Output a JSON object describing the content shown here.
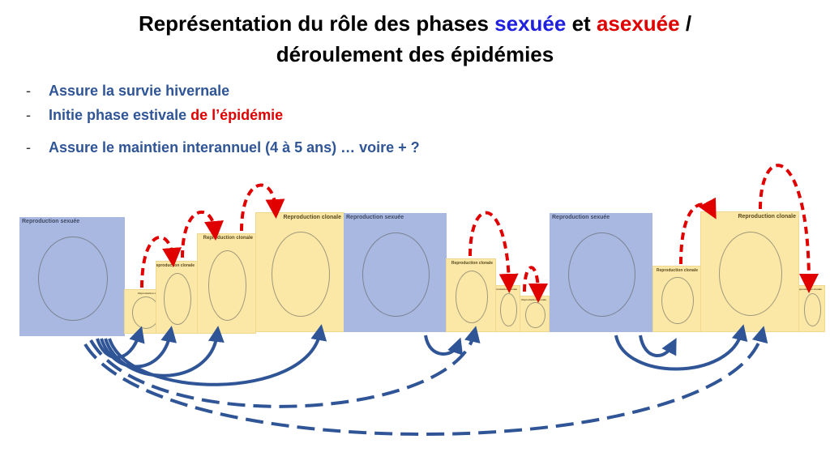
{
  "title": {
    "line1_a": "Représentation du rôle des phases ",
    "line1_sex": "sexuée",
    "line1_et": " et ",
    "line1_asex": "asexuée",
    "line1_end": " /",
    "line2": "déroulement des épidémies"
  },
  "bullets": [
    {
      "dash": "-",
      "text": "Assure la survie hivernale",
      "red": ""
    },
    {
      "dash": "-",
      "text": "Initie phase estivale ",
      "red": "de l’épidémie"
    },
    {
      "dash": "-",
      "text": "Assure le maintien interannuel (4 à 5 ans) … voire + ?",
      "red": ""
    }
  ],
  "panels": {
    "sexual": "Reproduction sexuée",
    "clonal": "Reproduction clonale"
  },
  "colors": {
    "blue": "#2f5597",
    "red": "#e00000",
    "sexual_bg": "#a8b8e0",
    "clonal_bg": "#fbe8a6"
  }
}
